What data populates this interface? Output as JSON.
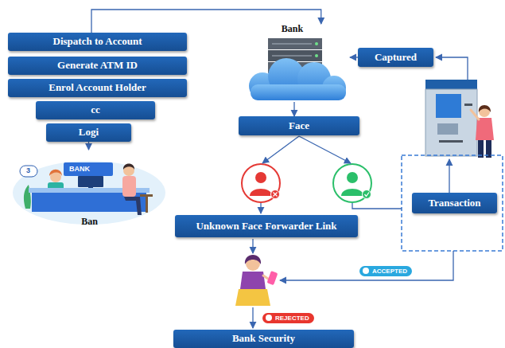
{
  "diagram": {
    "nodes": [
      {
        "text": [
          "Dispatch to Account"
        ]
      },
      {
        "text": [
          "Generate ATM ID"
        ]
      },
      {
        "text": [
          "Enrol Account Holder"
        ]
      },
      {
        "text": [
          "cc"
        ]
      },
      {
        "text": [
          "Logi"
        ]
      },
      {
        "text": [
          "Ban"
        ]
      },
      {
        "text": [
          "Bank"
        ]
      },
      {
        "text": [
          "Captured"
        ]
      },
      {
        "text": [
          "Face"
        ]
      },
      {
        "text": [
          "Transaction"
        ]
      },
      {
        "text": [
          "Unknown Face Forwarder Link"
        ]
      },
      {
        "text": [
          "Bank Security"
        ]
      }
    ],
    "edges": [
      {
        "from": 0,
        "to": 6,
        "arrow": "to"
      },
      {
        "from": 4,
        "to": 5,
        "arrow": "to"
      },
      {
        "from": 7,
        "to": 6,
        "arrow": "to"
      },
      {
        "from": 6,
        "to": 8,
        "arrow": "to"
      }
    ],
    "labels": [
      "ACCEPTED",
      "REJECTED",
      "3",
      "BANK"
    ]
  }
}
